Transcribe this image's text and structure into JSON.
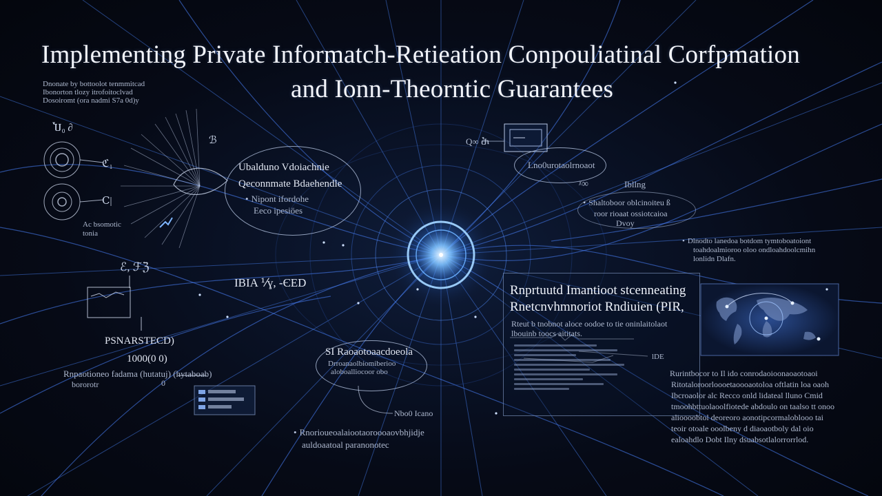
{
  "title": {
    "line1": "Implementing Private Informatch-Retieation Conpouliatinal Corfpmation",
    "line2": "and Ionn-Theorntic Guarantees"
  },
  "top_left_notes": [
    "Dnonate by bottoolot tenmmitcad",
    "Ibonorton tlozy itrofoitoclvad",
    "Dosoiromt (ora nadmi S7a 0d)y"
  ],
  "left_labels": {
    "marker_a": "Ⴎ₀ ∂",
    "circle_label_1": "ℭ₁",
    "circle_label_2": "Ⅽ|",
    "left_caption_1": "Ac bsomotic",
    "left_caption_2": "tonia",
    "fan_label": "ℬ",
    "formula_ef": "ℰ,  ℱℨ",
    "psn_label": "PSNARSTECD)",
    "psn_value": "1000(0 0)",
    "paren_note": "Rnpaotioneo fadama (hutatuj)  (hytaboab)",
    "paren_note_2": "bororotr",
    "paren_zero": "0"
  },
  "center_oval": {
    "line1": "Ubalduno Vdoiachnie",
    "line2": "Qeconnmate Bdaehendle",
    "line3": "Nipont ifordohe",
    "line4": "Eeco ipesiöes"
  },
  "center_formula": "IBIA  ⅟ɣ, -ЄЕD",
  "bottom_oval": {
    "line1": "SI Raoaotoaacdoeola",
    "line2": "Drroanaolbiomiberioo",
    "line3": "aloboalliocoor  obo"
  },
  "bottom_center": {
    "node_label": "Nbo0  Icano",
    "bullet_line1": "Rnorioueoalaiootaoroooaovbhjidje",
    "bullet_line2": "auldoaatoal paranonotec"
  },
  "top_right": {
    "label_q": "Q∞  Ⴋ",
    "oval_label": "Lno0urotaolrnoaot",
    "label_x": "ᵡ∞",
    "label_ibing": "Ibllng",
    "note1": "Shaltoboor oblcinoiteu  ß",
    "note2": "roor  rioaat ossiotcaioa",
    "note3": "Dvoy",
    "desc1": "Dlnodto lanedoa botdom tymtoboatoiont",
    "desc2": "toahdoalmioroo oloo ondloahdoolcmihn",
    "desc3": "lonlidn Dlafn."
  },
  "right_panel": {
    "heading1": "Rnprtuutd Imantioot stcenneating",
    "heading2": "Rnetcnvhmnoriot Rndiuien (PIR,",
    "sub1": "Rteut b tnobnot aloce oodoe to tie oninlaitolaot",
    "sub2": "lbouinb toocs aititats.",
    "side_label": "lDE"
  },
  "bottom_right_text": [
    "Rurintbocor to  Il ido conrodaoioonaoaotoaoi",
    "Ritotaloroorloooetaoooaotoloa oftlatin loa oaoh",
    "Ibcroaolor alc Recco onld lidateal lluno Cmid",
    "tmoohbttuolaoolfiotede  abdoulo on  taalso tt onoo",
    "alioooobtol  deoreoro aonotipcormaloblooo tai",
    "teoir otoale  ooolbeny d diaoaotboly dal oio",
    "ealoahdlo  Dobt   Ilny  dsuabsotlalorrorrlod."
  ],
  "colors": {
    "background": "#070b16",
    "line_blue": "#3d6fd8",
    "glow_core": "#6fb6ff",
    "text": "#e7ecf6"
  }
}
